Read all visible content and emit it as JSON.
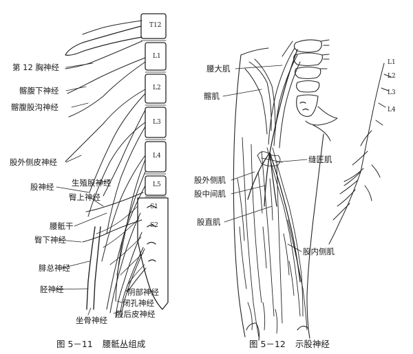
{
  "figure_left": {
    "vertebrae": [
      "T12",
      "L1",
      "L2",
      "L3",
      "L4",
      "L5",
      "S1",
      "S2"
    ],
    "labels": {
      "subcostal": "第 12 胸神经",
      "iliohypogastric": "髂腹下神经",
      "ilioinguinal": "髂腹股沟神经",
      "lateral_femoral_cutaneous": "股外侧皮神经",
      "femoral": "股神经",
      "genitofemoral": "生殖股神经",
      "superior_gluteal": "臀上神经",
      "lumbosacral_trunk": "腰骶干",
      "inferior_gluteal": "臀下神经",
      "common_peroneal": "腓总神经",
      "tibial": "胫神经",
      "sciatic": "坐骨神经",
      "pudendal": "阴部神经",
      "obturator": "闭孔神经",
      "posterior_femoral_cutaneous": "股后皮神经"
    },
    "caption_number": "图 5－11",
    "caption_title": "腰骶丛组成"
  },
  "figure_right": {
    "labels": {
      "psoas_major": "腰大肌",
      "iliacus": "髂肌",
      "sartorius": "缝匠肌",
      "vastus_lateralis": "股外侧肌",
      "vastus_intermedius": "股中间肌",
      "rectus_femoris": "股直肌",
      "vastus_medialis": "股内侧肌"
    },
    "levels": [
      "L1",
      "L2",
      "L3",
      "L4"
    ],
    "caption_number": "图 5－12",
    "caption_title": "示股神经"
  }
}
